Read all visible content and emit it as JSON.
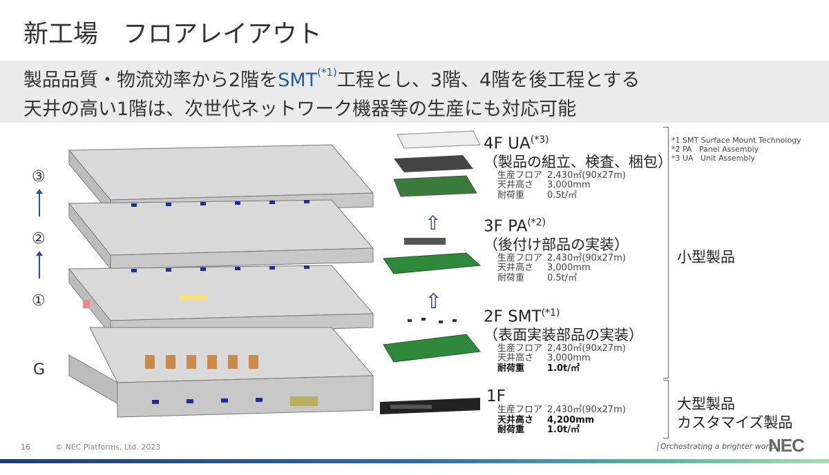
{
  "title": "新工場　フロアレイアウト",
  "subtitle": {
    "line1_pre": "製品品質・物流効率から2階を",
    "line1_smt": "SMT",
    "line1_sup": "(*1)",
    "line1_post": "工程とし、3階、4階を後工程とする",
    "line2": "天井の高い1階は、次世代ネットワーク機器等の生産にも対応可能"
  },
  "levels": [
    "③",
    "②",
    "①",
    "G"
  ],
  "floors": [
    {
      "heading": "4F UA",
      "sup": "(*3)",
      "purpose": "（製品の組立、検査、梱包）",
      "specs": [
        [
          "生産フロア",
          "2,430㎡(90x27m)"
        ],
        [
          "天井高さ",
          "3,000mm"
        ],
        [
          "耐荷重",
          "0.5t/㎡"
        ]
      ]
    },
    {
      "heading": "3F PA",
      "sup": "(*2)",
      "purpose": "（後付け部品の実装）",
      "specs": [
        [
          "生産フロア",
          "2,430㎡(90x27m)"
        ],
        [
          "天井高さ",
          "3,000mm"
        ],
        [
          "耐荷重",
          "0.5t/㎡"
        ]
      ]
    },
    {
      "heading": "2F SMT",
      "sup": "(*1)",
      "purpose": "（表面実装部品の実装）",
      "specs": [
        [
          "生産フロア",
          "2,430㎡(90x27m)"
        ],
        [
          "天井高さ",
          "3,000mm"
        ],
        [
          "耐荷重",
          "1.0t/㎡"
        ]
      ]
    },
    {
      "heading": "1F",
      "sup": "",
      "purpose": "",
      "specs": [
        [
          "生産フロア",
          "2,430㎡(90x27m)"
        ],
        [
          "天井高さ",
          "4,200mm"
        ],
        [
          "耐荷重",
          "1.0t/㎡"
        ]
      ]
    }
  ],
  "notes": [
    "*1 SMT Surface Mount Technology",
    "*2 PA   Panel Assembly",
    "*3 UA   Unit Assembly"
  ],
  "groups": {
    "small": "小型製品",
    "large1": "大型製品",
    "large2": "カスタマイズ製品"
  },
  "footer": {
    "page": "16",
    "copyright": "© NEC Platforms, Ltd. 2023",
    "slogan": "Orchestrating a brighter world",
    "logo": "NEC"
  }
}
